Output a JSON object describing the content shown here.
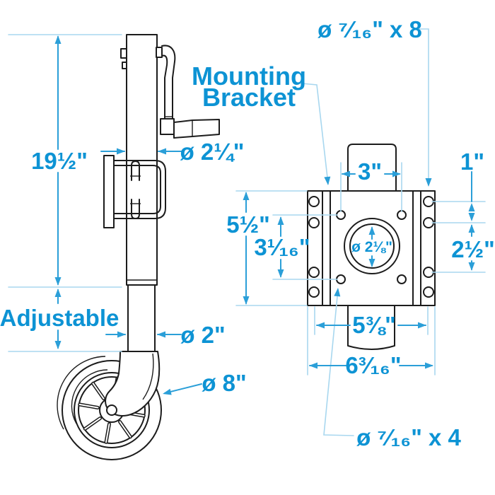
{
  "colors": {
    "label_blue": "#0d93d4",
    "dimension_blue": "#2b9fd8",
    "extension_blue": "#a8d7ef",
    "line_black": "#1c1c1c",
    "background": "#ffffff"
  },
  "side_view": {
    "height": "19½\"",
    "outer_tube_diameter": "ø 2¼\"",
    "adjustable": "Adjustable",
    "inner_tube_diameter": "ø 2\"",
    "wheel_diameter": "ø 8\""
  },
  "front_view": {
    "callout_line1": "Mounting",
    "callout_line2": "Bracket",
    "flange_holes": "ø ⁷⁄₁₆\" x 8",
    "inner_holes": "ø ⁷⁄₁₆\" x 4",
    "top_hole_spacing": "3\"",
    "flange_hole_gap": "1\"",
    "plate_height": "5½\"",
    "inner_hole_vspacing": "3¹⁄₁₆\"",
    "center_hole_diameter": "ø 2⅛\"",
    "flange_hole_vspacing": "2½\"",
    "bottom_hole_spacing": "5⅜\"",
    "plate_width": "6³⁄₁₆\""
  }
}
